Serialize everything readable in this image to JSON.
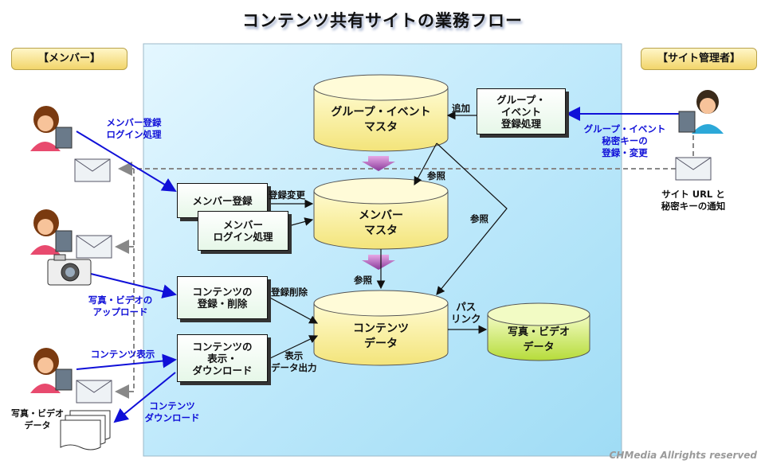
{
  "title": "コンテンツ共有サイトの業務フロー",
  "roles": {
    "member": "【メンバー】",
    "admin": "【サイト管理者】"
  },
  "databases": {
    "group_event": "グループ・イベント\nマスタ",
    "member": "メンバー\nマスタ",
    "content": "コンテンツ\nデータ",
    "media": "写真・ビデオ\nデータ"
  },
  "processes": {
    "group_reg": "グループ・\nイベント\n登録処理",
    "member_reg": "メンバー登録",
    "member_login": "メンバー\nログイン処理",
    "content_reg": "コンテンツの\n登録・削除",
    "content_view": "コンテンツの\n表示・\nダウンロード"
  },
  "labels": {
    "member_reg_login": "メンバー登録\nログイン処理",
    "photo_upload": "写真・ビデオの\nアップロード",
    "content_display": "コンテンツ表示",
    "content_download": "コンテンツ\nダウンロード",
    "admin_group": "グループ・イベント\n秘密キーの\n登録・変更",
    "admin_notify": "サイト URL と\n秘密キーの通知",
    "add": "追加",
    "ref1": "参照",
    "ref2": "参照",
    "ref3": "参照",
    "reg_change": "登録変更",
    "reg_delete": "登録削除",
    "display_output": "表示\nデータ出力",
    "path_link": "パス\nリンク",
    "paper_data": "写真・ビデオ\nデータ"
  },
  "copyright": "CHMedia Allrights reserved",
  "colors": {
    "accent_blue": "#1010d8",
    "panel": "#cdeefe",
    "cylinder": "#fff5a0",
    "media_cylinder": "#d8f07a"
  }
}
